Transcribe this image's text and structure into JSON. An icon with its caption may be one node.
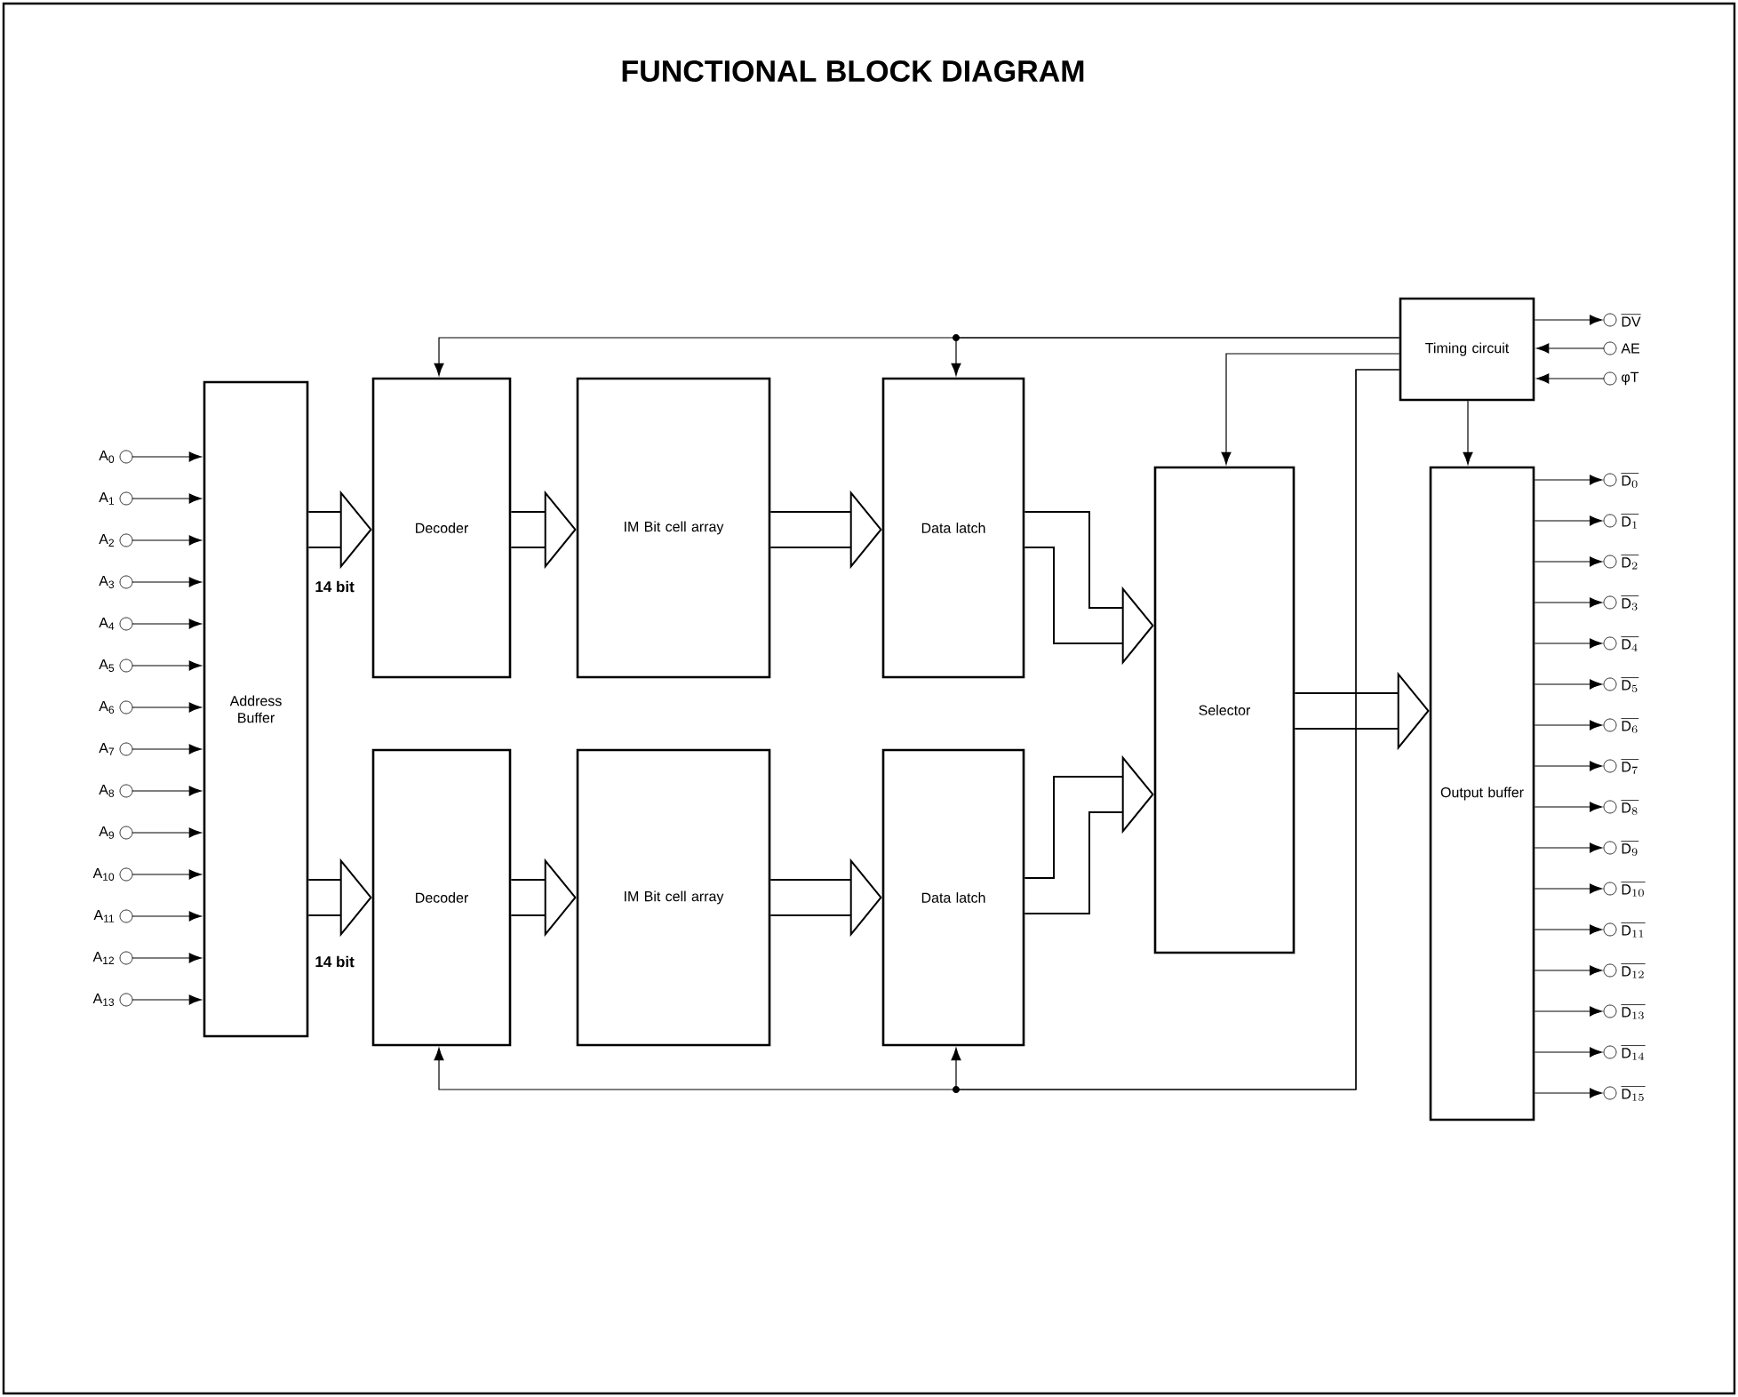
{
  "diagram": {
    "title": "FUNCTIONAL BLOCK DIAGRAM",
    "nodes": [
      {
        "text": [
          "Address Buffer"
        ]
      },
      {
        "text": [
          "Decoder"
        ]
      },
      {
        "text": [
          "Decoder"
        ]
      },
      {
        "text": [
          "IM Bit cell array"
        ]
      },
      {
        "text": [
          "IM Bit cell array"
        ]
      },
      {
        "text": [
          "Data latch"
        ]
      },
      {
        "text": [
          "Data latch"
        ]
      },
      {
        "text": [
          "Selector"
        ]
      },
      {
        "text": [
          "Timing circuit"
        ]
      },
      {
        "text": [
          "Output buffer"
        ]
      },
      {
        "text": [
          "A$_{0}$"
        ]
      },
      {
        "text": [
          "A$_{1}$"
        ]
      },
      {
        "text": [
          "A$_{2}$"
        ]
      },
      {
        "text": [
          "A$_{3}$"
        ]
      },
      {
        "text": [
          "A$_{4}$"
        ]
      },
      {
        "text": [
          "A$_{5}$"
        ]
      },
      {
        "text": [
          "A$_{6}$"
        ]
      },
      {
        "text": [
          "A$_{7}$"
        ]
      },
      {
        "text": [
          "A$_{8}$"
        ]
      },
      {
        "text": [
          "A$_{9}$"
        ]
      },
      {
        "text": [
          "A$_{10}$"
        ]
      },
      {
        "text": [
          "A$_{11}$"
        ]
      },
      {
        "text": [
          "A$_{12}$"
        ]
      },
      {
        "text": [
          "A$_{13}$"
        ]
      },
      {
        "text": [
          "\\overline{\\mathrm{DV}}"
        ]
      },
      {
        "text": [
          "AE"
        ]
      },
      {
        "text": [
          "φT"
        ]
      },
      {
        "text": [
          "\\overline{\\mathrm{D}_{0}}"
        ]
      },
      {
        "text": [
          "\\overline{\\mathrm{D}_{1}}"
        ]
      },
      {
        "text": [
          "\\overline{\\mathrm{D}_{2}}"
        ]
      },
      {
        "text": [
          "\\overline{\\mathrm{D}_{3}}"
        ]
      },
      {
        "text": [
          "\\overline{\\mathrm{D}_{4}}"
        ]
      },
      {
        "text": [
          "\\overline{\\mathrm{D}_{5}}"
        ]
      },
      {
        "text": [
          "\\overline{\\mathrm{D}_{6}}"
        ]
      },
      {
        "text": [
          "\\overline{\\mathrm{D}_{7}}"
        ]
      },
      {
        "text": [
          "\\overline{\\mathrm{D}_{8}}"
        ]
      },
      {
        "text": [
          "\\overline{\\mathrm{D}_{9}}"
        ]
      },
      {
        "text": [
          "\\overline{\\mathrm{D}_{10}}"
        ]
      },
      {
        "text": [
          "\\overline{\\mathrm{D}_{11}}"
        ]
      },
      {
        "text": [
          "\\overline{\\mathrm{D}_{12}}"
        ]
      },
      {
        "text": [
          "\\overline{\\mathrm{D}_{13}}"
        ]
      },
      {
        "text": [
          "\\overline{\\mathrm{D}_{14}}"
        ]
      },
      {
        "text": [
          "\\overline{\\mathrm{D}_{15}}"
        ]
      }
    ],
    "edges": [
      {
        "from": 10,
        "to": 0,
        "arrow": "to"
      },
      {
        "from": 11,
        "to": 0,
        "arrow": "to"
      },
      {
        "from": 12,
        "to": 0,
        "arrow": "to"
      },
      {
        "from": 13,
        "to": 0,
        "arrow": "to"
      },
      {
        "from": 14,
        "to": 0,
        "arrow": "to"
      },
      {
        "from": 15,
        "to": 0,
        "arrow": "to"
      },
      {
        "from": 16,
        "to": 0,
        "arrow": "to"
      },
      {
        "from": 17,
        "to": 0,
        "arrow": "to"
      },
      {
        "from": 18,
        "to": 0,
        "arrow": "to"
      },
      {
        "from": 19,
        "to": 0,
        "arrow": "to"
      },
      {
        "from": 20,
        "to": 0,
        "arrow": "to"
      },
      {
        "from": 21,
        "to": 0,
        "arrow": "to"
      },
      {
        "from": 22,
        "to": 0,
        "arrow": "to"
      },
      {
        "from": 23,
        "to": 0,
        "arrow": "to"
      },
      {
        "from": 0,
        "to": 1,
        "arrow": "to",
        "style": "thick",
        "label": "14 bit"
      },
      {
        "from": 0,
        "to": 2,
        "arrow": "to",
        "style": "thick",
        "label": "14 bit"
      },
      {
        "from": 1,
        "to": 3,
        "arrow": "to",
        "style": "thick"
      },
      {
        "from": 2,
        "to": 4,
        "arrow": "to",
        "style": "thick"
      },
      {
        "from": 3,
        "to": 5,
        "arrow": "to",
        "style": "thick"
      },
      {
        "from": 4,
        "to": 6,
        "arrow": "to",
        "style": "thick"
      },
      {
        "from": 5,
        "to": 7,
        "arrow": "to",
        "style": "thick"
      },
      {
        "from": 6,
        "to": 7,
        "arrow": "to",
        "style": "thick"
      },
      {
        "from": 7,
        "to": 9,
        "arrow": "to",
        "style": "thick"
      },
      {
        "from": 8,
        "to": 1,
        "arrow": "to"
      },
      {
        "from": 8,
        "to": 5,
        "arrow": "to"
      },
      {
        "from": 8,
        "to": 7,
        "arrow": "to"
      },
      {
        "from": 8,
        "to": 2,
        "arrow": "to"
      },
      {
        "from": 8,
        "to": 6,
        "arrow": "to"
      },
      {
        "from": 8,
        "to": 9,
        "arrow": "to"
      },
      {
        "from": 8,
        "to": 24,
        "arrow": "to"
      },
      {
        "from": 25,
        "to": 8,
        "arrow": "to"
      },
      {
        "from": 26,
        "to": 8,
        "arrow": "to"
      },
      {
        "from": 9,
        "to": 27,
        "arrow": "to"
      },
      {
        "from": 9,
        "to": 28,
        "arrow": "to"
      },
      {
        "from": 9,
        "to": 29,
        "arrow": "to"
      },
      {
        "from": 9,
        "to": 30,
        "arrow": "to"
      },
      {
        "from": 9,
        "to": 31,
        "arrow": "to"
      },
      {
        "from": 9,
        "to": 32,
        "arrow": "to"
      },
      {
        "from": 9,
        "to": 33,
        "arrow": "to"
      },
      {
        "from": 9,
        "to": 34,
        "arrow": "to"
      },
      {
        "from": 9,
        "to": 35,
        "arrow": "to"
      },
      {
        "from": 9,
        "to": 36,
        "arrow": "to"
      },
      {
        "from": 9,
        "to": 37,
        "arrow": "to"
      },
      {
        "from": 9,
        "to": 38,
        "arrow": "to"
      },
      {
        "from": 9,
        "to": 39,
        "arrow": "to"
      },
      {
        "from": 9,
        "to": 40,
        "arrow": "to"
      },
      {
        "from": 9,
        "to": 41,
        "arrow": "to"
      },
      {
        "from": 9,
        "to": 42,
        "arrow": "to"
      }
    ]
  }
}
